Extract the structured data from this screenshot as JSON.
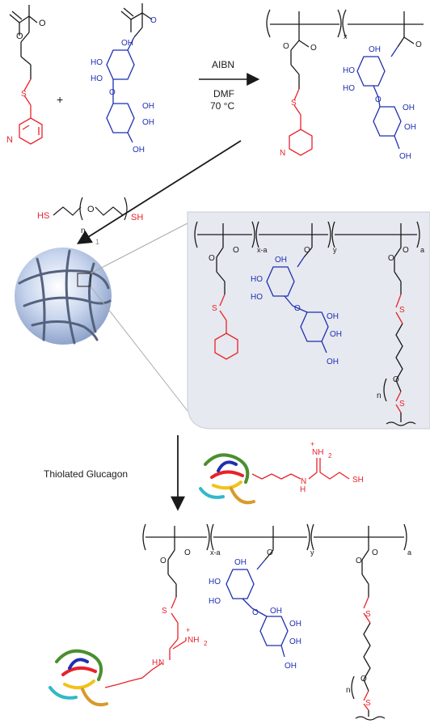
{
  "colors": {
    "black": "#1a1a1a",
    "red": "#e8222a",
    "blue": "#1f2fb0",
    "panel": "#e6e9ef",
    "sphere": "#b7c8e6",
    "sphere_line": "#55627d"
  },
  "labels": {
    "aibn": "AIBN",
    "dmf": "DMF",
    "temp": "70 °C",
    "plus": "+",
    "x": "x",
    "xa": "x-a",
    "y": "y",
    "a": "a",
    "n": "n",
    "sh": "SH",
    "hs": "HS",
    "o": "O",
    "n_atom": "N",
    "oh": "OH",
    "ho": "HO",
    "nh2": "NH",
    "two": "2",
    "plus_charge": "+",
    "h": "H",
    "thiolated_glucagon": "Thiolated Glucagon",
    "one": "1"
  }
}
